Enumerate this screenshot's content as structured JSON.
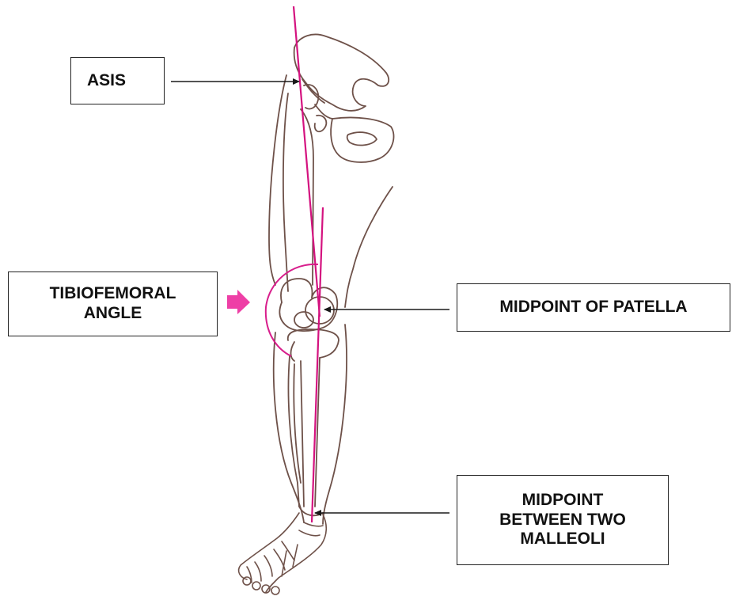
{
  "labels": {
    "asis": "ASIS",
    "tibiofemoral_angle": [
      "TIBIOFEMORAL",
      "ANGLE"
    ],
    "midpoint_patella": "MIDPOINT OF PATELLA",
    "midpoint_malleoli": [
      "MIDPOINT",
      "BETWEEN TWO",
      "MALLEOLI"
    ]
  },
  "colors": {
    "pencil": "#6e5149",
    "axis_line": "#d4127f",
    "angle_arc": "#d81e8c",
    "arrow_marker": "#ee3fa6",
    "leader": "#1a1a1a"
  }
}
